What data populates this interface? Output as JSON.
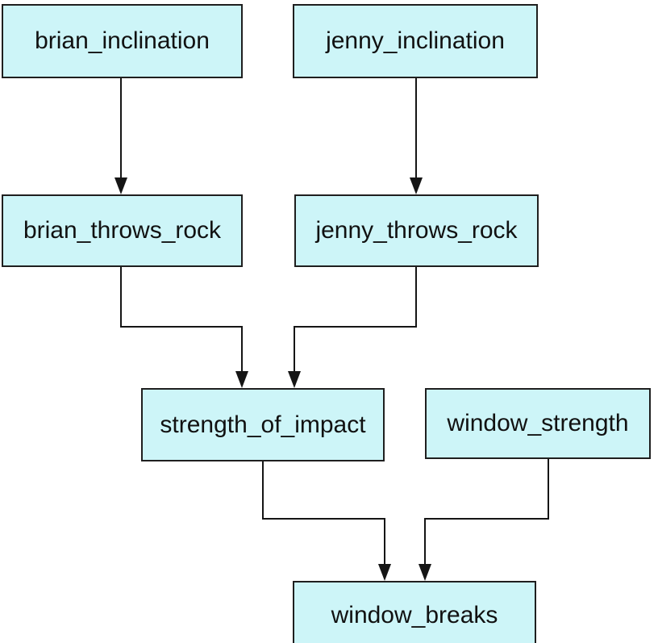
{
  "graph": {
    "type": "directed-acyclic-graph",
    "description": "Bayesian network of rock throwing and window breaking",
    "nodes": [
      {
        "id": "brian_inclination",
        "label": "brian_inclination"
      },
      {
        "id": "jenny_inclination",
        "label": "jenny_inclination"
      },
      {
        "id": "brian_throws_rock",
        "label": "brian_throws_rock"
      },
      {
        "id": "jenny_throws_rock",
        "label": "jenny_throws_rock"
      },
      {
        "id": "strength_of_impact",
        "label": "strength_of_impact"
      },
      {
        "id": "window_strength",
        "label": "window_strength"
      },
      {
        "id": "window_breaks",
        "label": "window_breaks"
      }
    ],
    "edges": [
      {
        "from": "brian_inclination",
        "to": "brian_throws_rock"
      },
      {
        "from": "jenny_inclination",
        "to": "jenny_throws_rock"
      },
      {
        "from": "brian_throws_rock",
        "to": "strength_of_impact"
      },
      {
        "from": "jenny_throws_rock",
        "to": "strength_of_impact"
      },
      {
        "from": "strength_of_impact",
        "to": "window_breaks"
      },
      {
        "from": "window_strength",
        "to": "window_breaks"
      }
    ],
    "colors": {
      "node_fill": "#cdf5f8",
      "node_border": "#1f1f1f",
      "edge": "#151515",
      "text": "#111111",
      "background": "#ffffff"
    }
  }
}
